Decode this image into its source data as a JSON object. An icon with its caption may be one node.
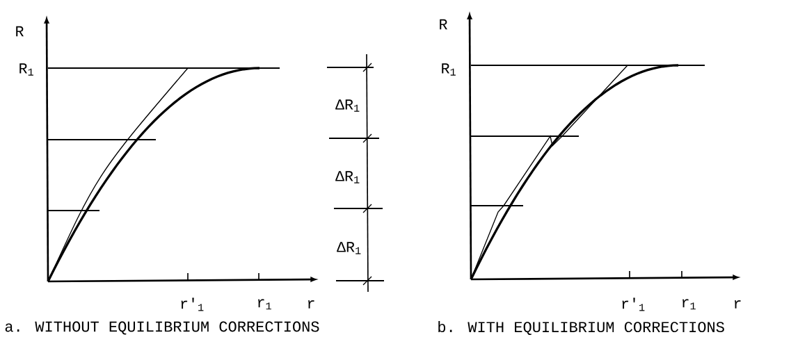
{
  "diagram": {
    "labels": [
      "R",
      "R$_{1}$",
      "ΔR$_{1}$",
      "ΔR$_{1}$",
      "ΔR$_{1}$",
      "r'$_{1}$",
      "r$_{1}$",
      "r",
      "a. WITHOUT EQUILIBRIUM CORRECTIONS",
      "R",
      "R$_{1}$",
      "r'$_{1}$",
      "r$_{1}$",
      "r",
      "b. WITH EQUILIBRIUM CORRECTIONS"
    ]
  }
}
